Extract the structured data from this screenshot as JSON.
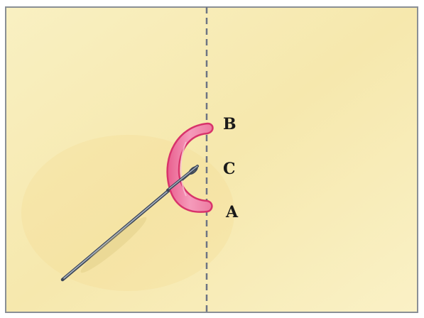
{
  "diagram": {
    "points": [
      {
        "id": "B",
        "label": "B"
      },
      {
        "id": "C",
        "label": "C"
      },
      {
        "id": "A",
        "label": "A"
      }
    ],
    "colors": {
      "fabric": "#f8edb6",
      "fabric_edge": "#fbf3c8",
      "border": "#8a8f95",
      "fold_line": "#6d7483",
      "stitch_fill": "#ef86aa",
      "stitch_outline": "#d8336b",
      "needle": "#4a5668"
    }
  }
}
